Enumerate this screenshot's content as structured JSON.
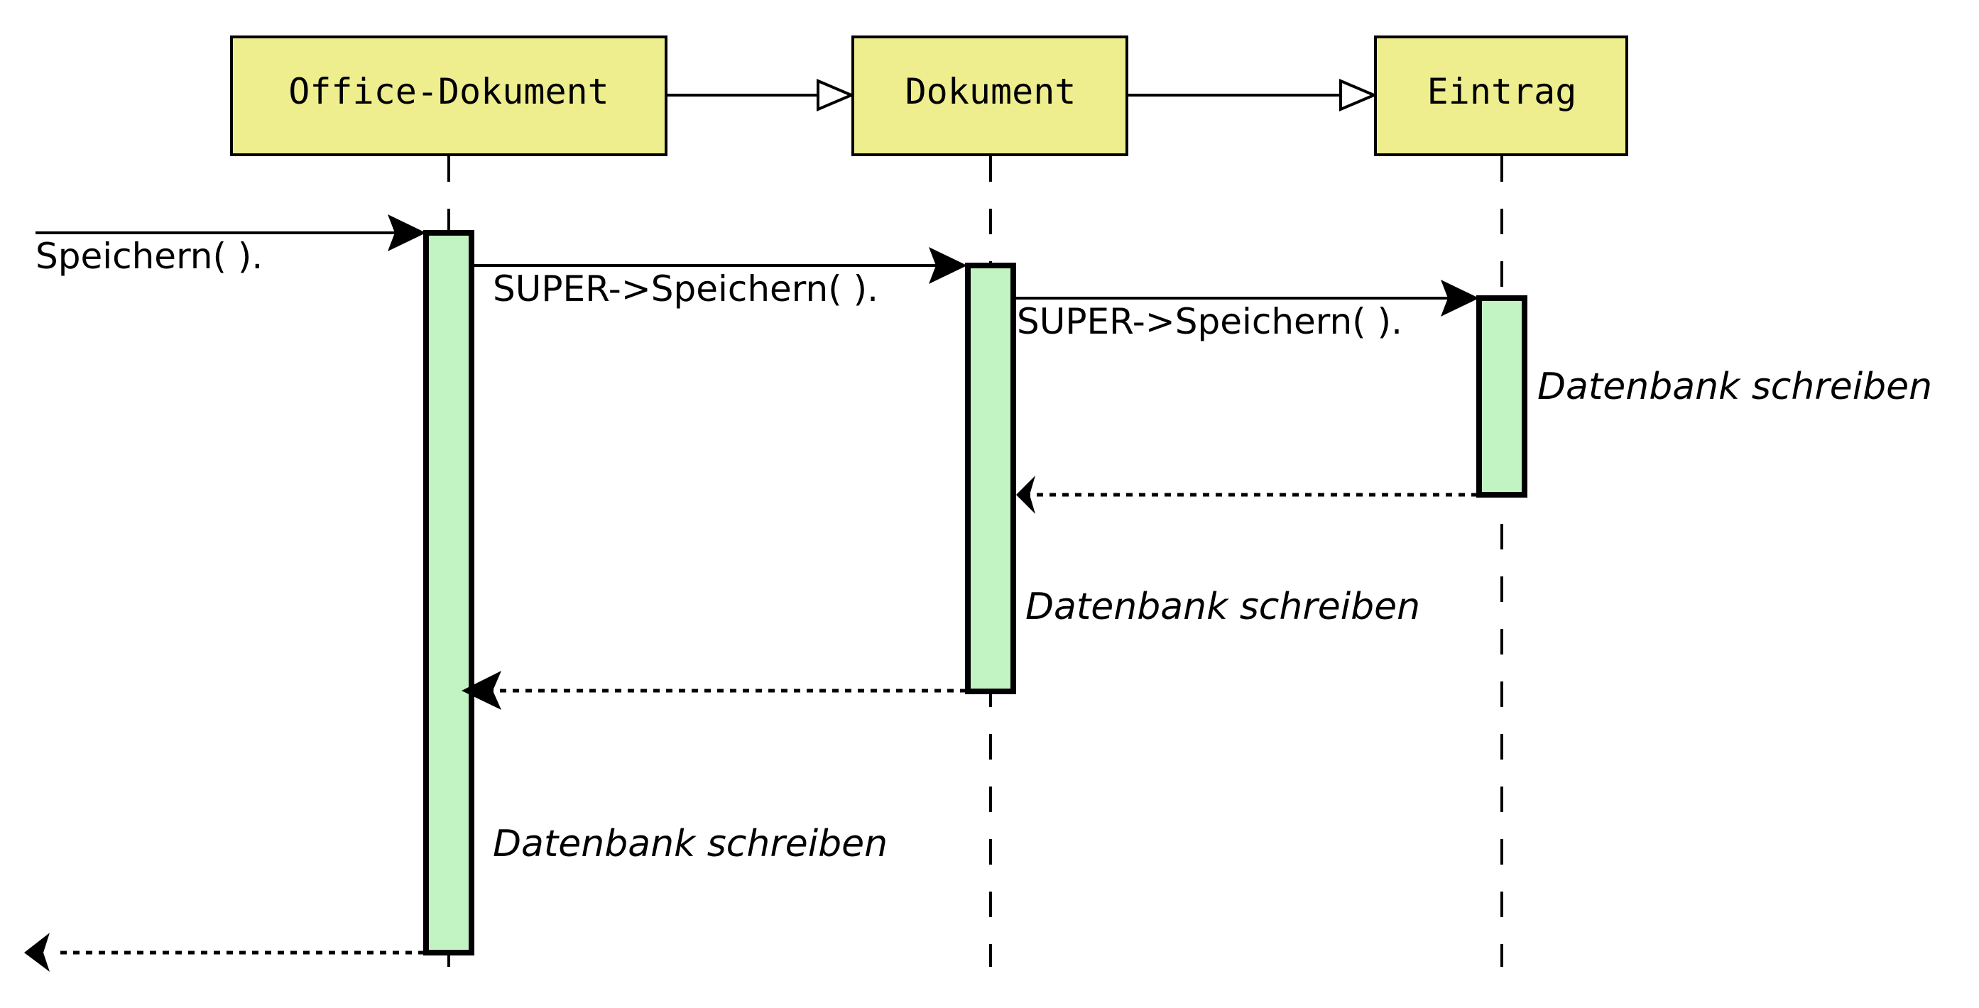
{
  "diagram": {
    "type": "UML sequence diagram",
    "colors": {
      "lifeline_box": "#eeee8f",
      "activation": "#c2f3c2",
      "stroke": "#000000",
      "background": "#ffffff"
    },
    "participants": [
      {
        "id": "office",
        "label": "Office-Dokument"
      },
      {
        "id": "dokument",
        "label": "Dokument"
      },
      {
        "id": "eintrag",
        "label": "Eintrag"
      }
    ],
    "generalizations": [
      {
        "from": "office",
        "to": "dokument"
      },
      {
        "from": "dokument",
        "to": "eintrag"
      }
    ],
    "messages": [
      {
        "from": "external",
        "to": "office",
        "kind": "call",
        "label": "Speichern( )."
      },
      {
        "from": "office",
        "to": "dokument",
        "kind": "call",
        "label": "SUPER->Speichern( )."
      },
      {
        "from": "dokument",
        "to": "eintrag",
        "kind": "call",
        "label": "SUPER->Speichern( )."
      },
      {
        "from": "eintrag",
        "to": "dokument",
        "kind": "return",
        "label": ""
      },
      {
        "from": "dokument",
        "to": "office",
        "kind": "return",
        "label": ""
      },
      {
        "from": "office",
        "to": "external",
        "kind": "return",
        "label": ""
      }
    ],
    "notes": [
      {
        "participant": "eintrag",
        "label": "Datenbank schreiben"
      },
      {
        "participant": "dokument",
        "label": "Datenbank schreiben"
      },
      {
        "participant": "office",
        "label": "Datenbank schreiben"
      }
    ]
  }
}
